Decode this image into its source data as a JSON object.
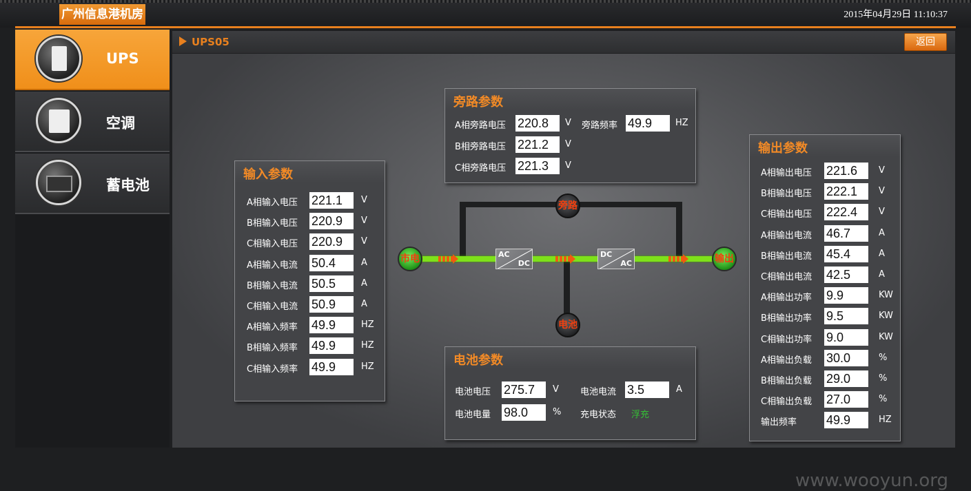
{
  "header": {
    "site_title": "广州信息港机房",
    "datetime": "2015年04月29日 11:10:37"
  },
  "sidebar": {
    "items": [
      {
        "label": "UPS",
        "active": true,
        "icon": "ups-cabinet-icon"
      },
      {
        "label": "空调",
        "active": false,
        "icon": "air-conditioner-icon"
      },
      {
        "label": "蓄电池",
        "active": false,
        "icon": "battery-icon"
      }
    ]
  },
  "main": {
    "breadcrumb": "UPS05",
    "back_label": "返回"
  },
  "bypass": {
    "title": "旁路参数",
    "rows": [
      {
        "label": "A相旁路电压",
        "value": "220.8",
        "unit": "V"
      },
      {
        "label": "B相旁路电压",
        "value": "221.2",
        "unit": "V"
      },
      {
        "label": "C相旁路电压",
        "value": "221.3",
        "unit": "V"
      }
    ],
    "freq": {
      "label": "旁路频率",
      "value": "49.9",
      "unit": "HZ"
    }
  },
  "input": {
    "title": "输入参数",
    "rows": [
      {
        "label": "A相输入电压",
        "value": "221.1",
        "unit": "V"
      },
      {
        "label": "B相输入电压",
        "value": "220.9",
        "unit": "V"
      },
      {
        "label": "C相输入电压",
        "value": "220.9",
        "unit": "V"
      },
      {
        "label": "A相输入电流",
        "value": "50.4",
        "unit": "A"
      },
      {
        "label": "B相输入电流",
        "value": "50.5",
        "unit": "A"
      },
      {
        "label": "C相输入电流",
        "value": "50.9",
        "unit": "A"
      },
      {
        "label": "A相输入频率",
        "value": "49.9",
        "unit": "HZ"
      },
      {
        "label": "B相输入频率",
        "value": "49.9",
        "unit": "HZ"
      },
      {
        "label": "C相输入频率",
        "value": "49.9",
        "unit": "HZ"
      }
    ]
  },
  "output": {
    "title": "输出参数",
    "rows": [
      {
        "label": "A相输出电压",
        "value": "221.6",
        "unit": "V"
      },
      {
        "label": "B相输出电压",
        "value": "222.1",
        "unit": "V"
      },
      {
        "label": "C相输出电压",
        "value": "222.4",
        "unit": "V"
      },
      {
        "label": "A相输出电流",
        "value": "46.7",
        "unit": "A"
      },
      {
        "label": "B相输出电流",
        "value": "45.4",
        "unit": "A"
      },
      {
        "label": "C相输出电流",
        "value": "42.5",
        "unit": "A"
      },
      {
        "label": "A相输出功率",
        "value": "9.9",
        "unit": "KW"
      },
      {
        "label": "B相输出功率",
        "value": "9.5",
        "unit": "KW"
      },
      {
        "label": "C相输出功率",
        "value": "9.0",
        "unit": "KW"
      },
      {
        "label": "A相输出负载",
        "value": "30.0",
        "unit": "%"
      },
      {
        "label": "B相输出负载",
        "value": "29.0",
        "unit": "%"
      },
      {
        "label": "C相输出负载",
        "value": "27.0",
        "unit": "%"
      },
      {
        "label": "输出频率",
        "value": "49.9",
        "unit": "HZ"
      }
    ]
  },
  "battery": {
    "title": "电池参数",
    "voltage": {
      "label": "电池电压",
      "value": "275.7",
      "unit": "V"
    },
    "current": {
      "label": "电池电流",
      "value": "3.5",
      "unit": "A"
    },
    "capacity": {
      "label": "电池电量",
      "value": "98.0",
      "unit": "%"
    },
    "status": {
      "label": "充电状态",
      "value": "浮充"
    }
  },
  "diagram": {
    "mains_label": "市电",
    "output_label": "输出",
    "bypass_label": "旁路",
    "battery_label": "电池",
    "rectifier": {
      "top": "AC",
      "bottom": "DC"
    },
    "inverter": {
      "top": "DC",
      "bottom": "AC"
    },
    "colors": {
      "flow": "#7ee11a",
      "arrow": "#f05a10",
      "accent": "#e8801e"
    }
  },
  "watermark": "www.wooyun.org"
}
